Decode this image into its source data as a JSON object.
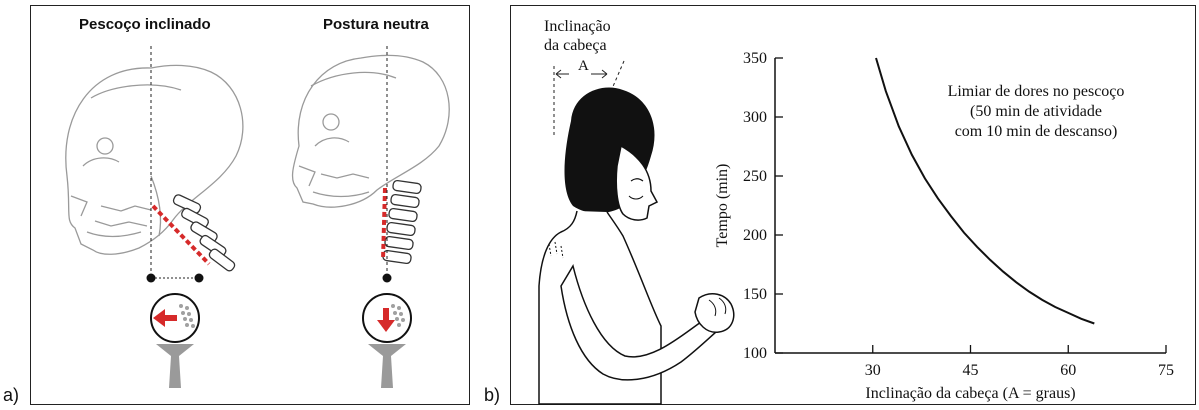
{
  "labels": {
    "a": "a)",
    "b": "b)"
  },
  "panel_a": {
    "left_title": "Pescoço inclinado",
    "right_title": "Postura neutra"
  },
  "panel_b": {
    "annotation": {
      "line1": "Inclinação",
      "line2": "da cabeça",
      "angle": "A"
    },
    "legend": {
      "line1": "Limiar de dores no pescoço",
      "line2": "(50 min de atividade",
      "line3": "com 10 min de descanso)"
    }
  },
  "colors": {
    "accent_red": "#d62a2a",
    "gray": "#9a9a9a",
    "ink": "#222222"
  },
  "chart_data": {
    "type": "line",
    "title": "",
    "xlabel": "Inclinação da cabeça (A = graus)",
    "ylabel": "Tempo (min)",
    "xlim": [
      15,
      75
    ],
    "ylim": [
      100,
      350
    ],
    "x_ticks": [
      "30",
      "45",
      "60",
      "75"
    ],
    "y_ticks": [
      "100",
      "150",
      "200",
      "250",
      "300",
      "350"
    ],
    "series": [
      {
        "name": "Limiar de dores no pescoço",
        "x": [
          30.5,
          32,
          34,
          36,
          38,
          40,
          42,
          44,
          46,
          48,
          50,
          52,
          54,
          56,
          58,
          60,
          62,
          64
        ],
        "y": [
          350,
          322,
          292,
          268,
          248,
          231,
          216,
          202,
          190,
          179,
          169,
          160,
          152,
          145,
          139,
          134,
          129,
          125
        ]
      }
    ]
  }
}
